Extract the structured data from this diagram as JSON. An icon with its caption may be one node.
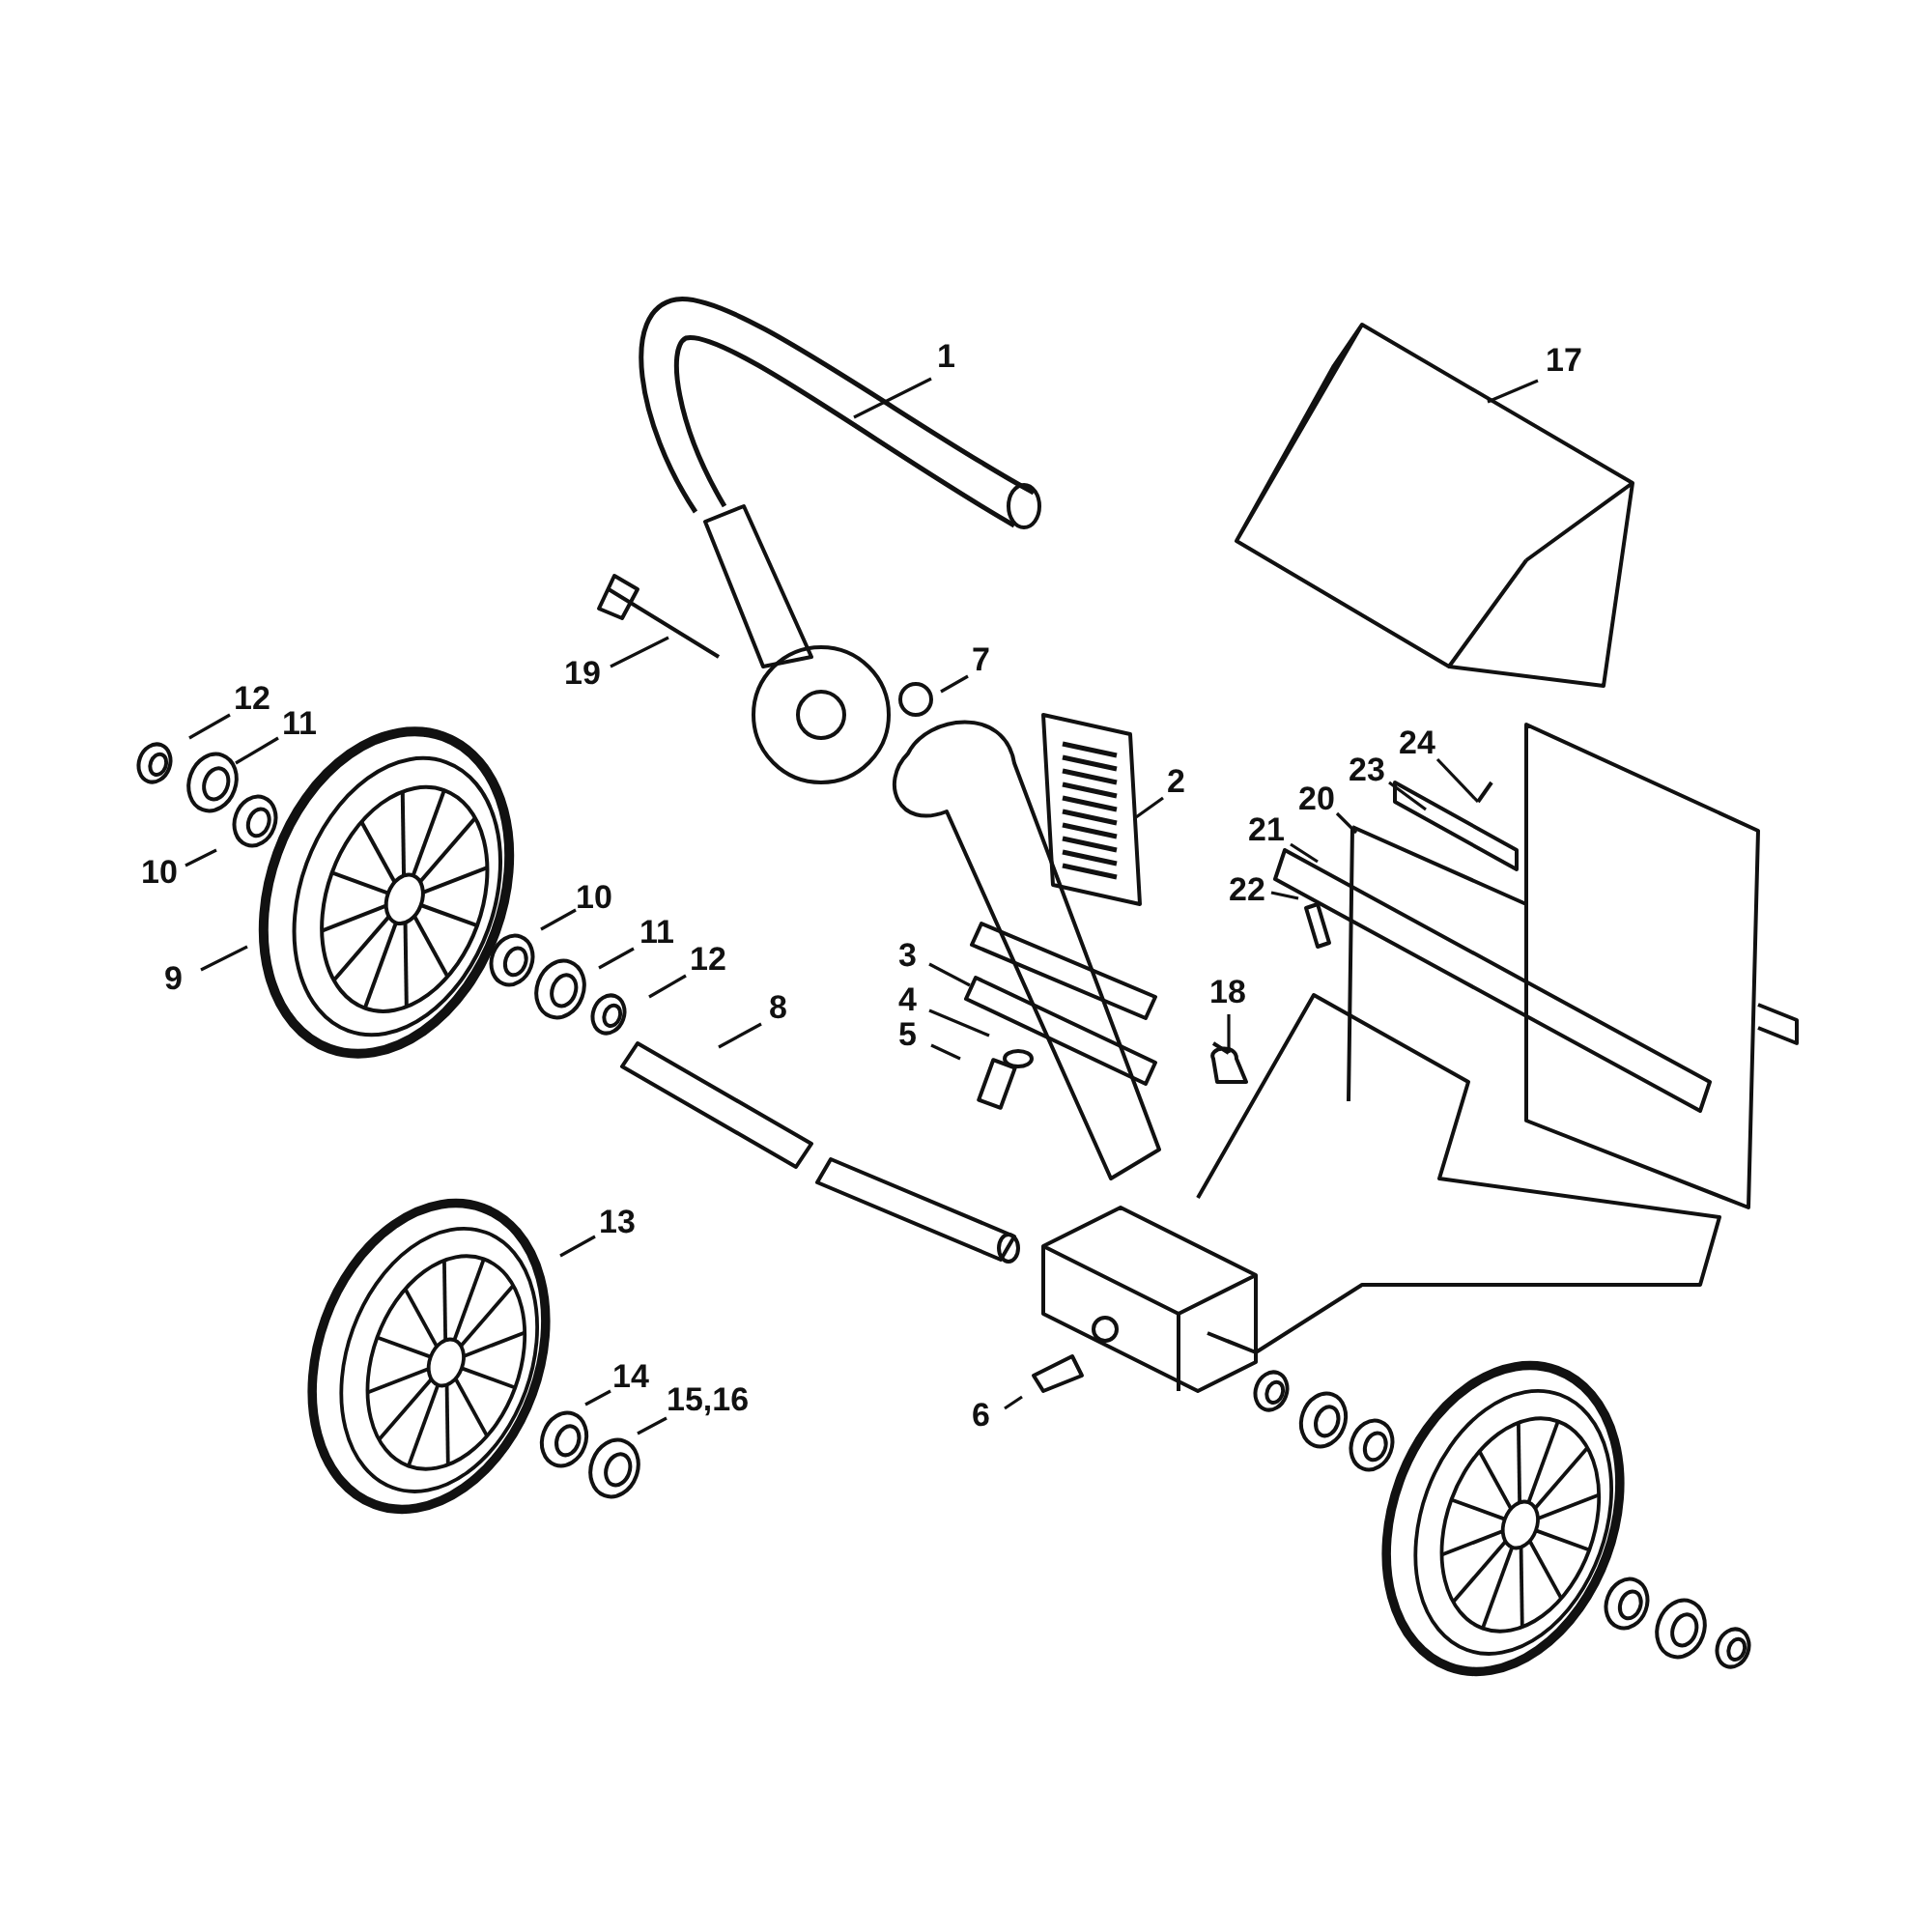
{
  "diagram": {
    "nodes": [
      {
        "text": [
          "1"
        ]
      },
      {
        "text": [
          "17"
        ]
      },
      {
        "text": [
          "19"
        ]
      },
      {
        "text": [
          "7"
        ]
      },
      {
        "text": [
          "12"
        ]
      },
      {
        "text": [
          "11"
        ]
      },
      {
        "text": [
          "2"
        ]
      },
      {
        "text": [
          "24"
        ]
      },
      {
        "text": [
          "23"
        ]
      },
      {
        "text": [
          "10"
        ]
      },
      {
        "text": [
          "20"
        ]
      },
      {
        "text": [
          "21"
        ]
      },
      {
        "text": [
          "22"
        ]
      },
      {
        "text": [
          "10"
        ]
      },
      {
        "text": [
          "11"
        ]
      },
      {
        "text": [
          "9"
        ]
      },
      {
        "text": [
          "12"
        ]
      },
      {
        "text": [
          "3"
        ]
      },
      {
        "text": [
          "18"
        ]
      },
      {
        "text": [
          "8"
        ]
      },
      {
        "text": [
          "4"
        ]
      },
      {
        "text": [
          "5"
        ]
      },
      {
        "text": [
          "13"
        ]
      },
      {
        "text": [
          "14"
        ]
      },
      {
        "text": [
          "15,16"
        ]
      },
      {
        "text": [
          "6"
        ]
      }
    ],
    "edges": [
      {
        "from": 0,
        "to": null,
        "arrow": "none"
      },
      {
        "from": 1,
        "to": null,
        "arrow": "none"
      },
      {
        "from": 2,
        "to": null,
        "arrow": "none"
      },
      {
        "from": 3,
        "to": null,
        "arrow": "none"
      },
      {
        "from": 4,
        "to": null,
        "arrow": "none"
      },
      {
        "from": 5,
        "to": null,
        "arrow": "none"
      },
      {
        "from": 6,
        "to": null,
        "arrow": "none"
      },
      {
        "from": 7,
        "to": null,
        "arrow": "none"
      },
      {
        "from": 8,
        "to": null,
        "arrow": "none"
      },
      {
        "from": 9,
        "to": null,
        "arrow": "none"
      },
      {
        "from": 10,
        "to": null,
        "arrow": "none"
      },
      {
        "from": 11,
        "to": null,
        "arrow": "none"
      },
      {
        "from": 12,
        "to": null,
        "arrow": "none"
      },
      {
        "from": 13,
        "to": null,
        "arrow": "none"
      },
      {
        "from": 14,
        "to": null,
        "arrow": "none"
      },
      {
        "from": 15,
        "to": null,
        "arrow": "none"
      },
      {
        "from": 16,
        "to": null,
        "arrow": "none"
      },
      {
        "from": 17,
        "to": null,
        "arrow": "none"
      },
      {
        "from": 18,
        "to": null,
        "arrow": "none"
      },
      {
        "from": 19,
        "to": null,
        "arrow": "none"
      },
      {
        "from": 20,
        "to": null,
        "arrow": "none"
      },
      {
        "from": 21,
        "to": null,
        "arrow": "none"
      },
      {
        "from": 22,
        "to": null,
        "arrow": "none"
      },
      {
        "from": 23,
        "to": null,
        "arrow": "none"
      },
      {
        "from": 24,
        "to": null,
        "arrow": "none"
      },
      {
        "from": 25,
        "to": null,
        "arrow": "none"
      }
    ]
  }
}
